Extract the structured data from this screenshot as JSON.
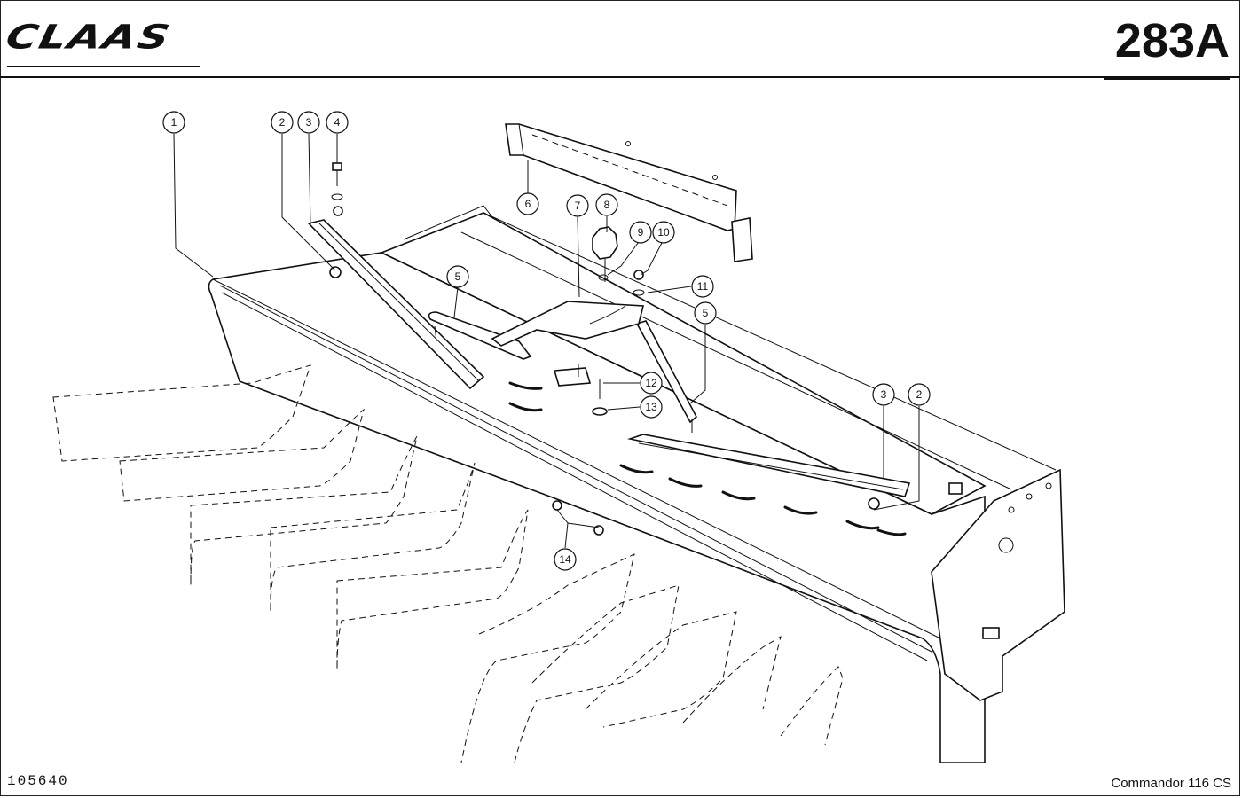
{
  "header": {
    "brand": "CLAAS",
    "page_code": "283A"
  },
  "footer": {
    "drawing_number": "105640",
    "model": "Commandor 116 CS"
  },
  "callouts": [
    "1",
    "2",
    "3",
    "4",
    "5",
    "6",
    "7",
    "8",
    "9",
    "10",
    "11",
    "12",
    "13",
    "14",
    "5",
    "3",
    "2"
  ]
}
